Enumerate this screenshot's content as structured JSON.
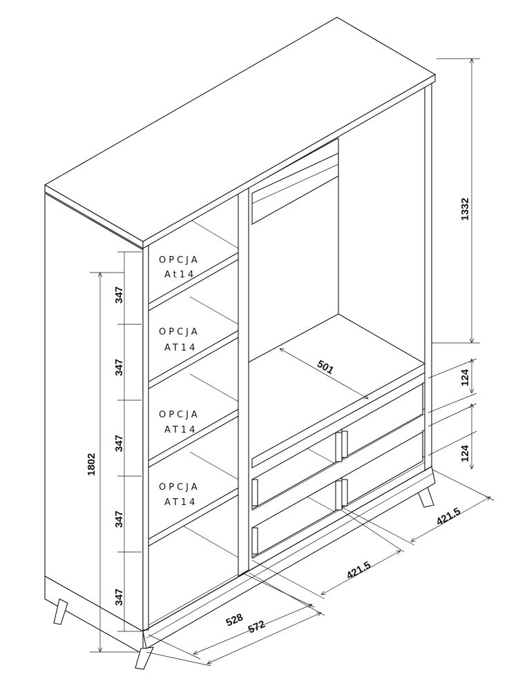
{
  "labels": [
    {
      "line1": "OPCJA",
      "line2": "At14"
    },
    {
      "line1": "OPCJA",
      "line2": "AT14"
    },
    {
      "line1": "OPCJA",
      "line2": "AT14"
    },
    {
      "line1": "OPCJA",
      "line2": "AT14"
    }
  ],
  "dimensions": {
    "total_height": "1802",
    "shelf_spacing": [
      "347",
      "347",
      "347",
      "347",
      "347"
    ],
    "hanging_height": "1332",
    "inner_width": "501",
    "drawer_height": [
      "124",
      "124"
    ],
    "drawer_width": [
      "421.5",
      "421.5"
    ],
    "inner_depth": "528",
    "total_depth": "572"
  }
}
